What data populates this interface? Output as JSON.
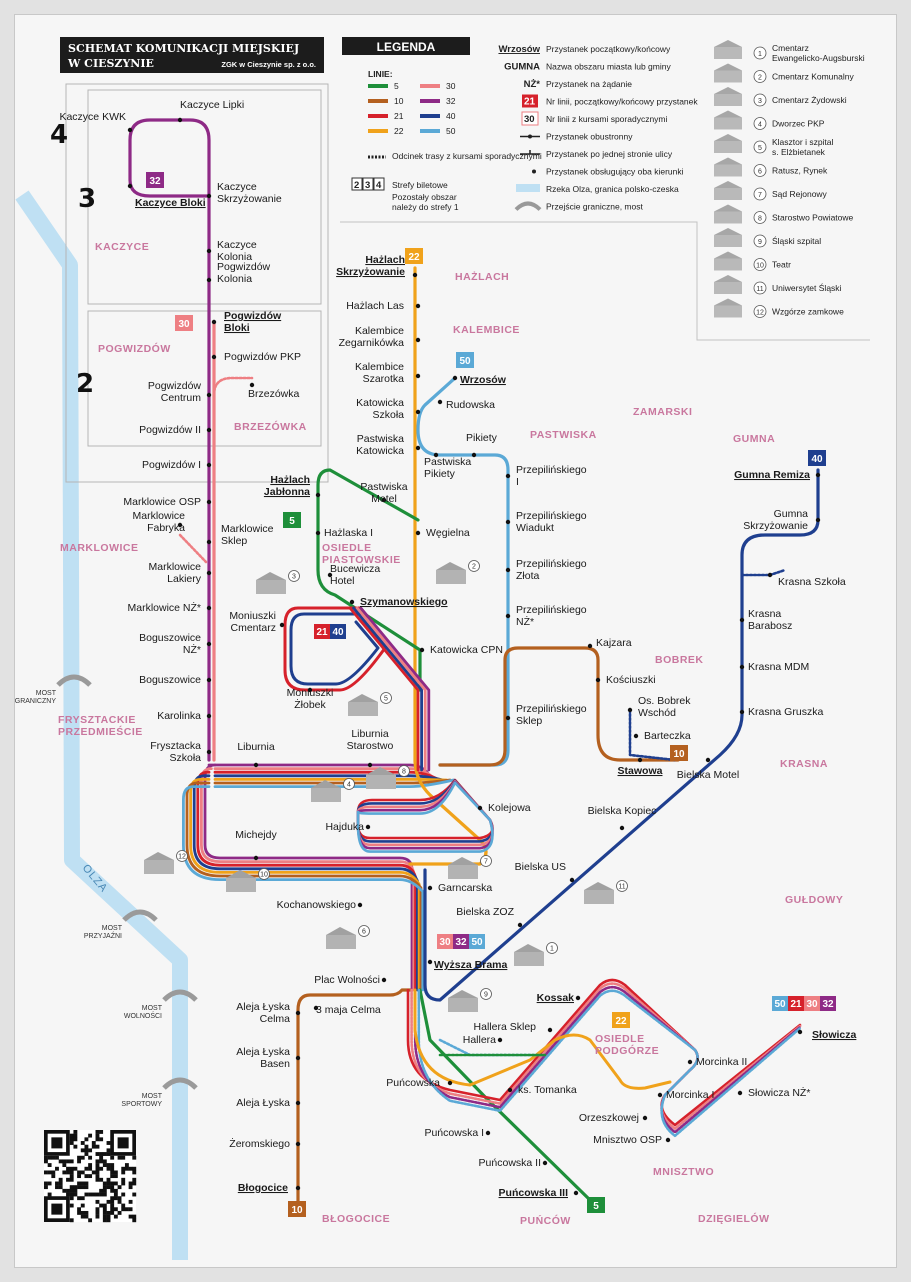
{
  "header": {
    "title_line1": "SCHEMAT KOMUNIKACJI MIEJSKIEJ",
    "title_line2": "W CIESZYNIE",
    "publisher": "ZGK w Cieszynie sp. z o.o."
  },
  "legend": {
    "title": "LEGENDA",
    "lines_label": "LINIE:",
    "lines": [
      {
        "name": "5",
        "color": "#1e8f3a"
      },
      {
        "name": "10",
        "color": "#b4601f"
      },
      {
        "name": "21",
        "color": "#d6212b"
      },
      {
        "name": "22",
        "color": "#f0a21b"
      },
      {
        "name": "30",
        "color": "#ee7f83"
      },
      {
        "name": "32",
        "color": "#8e2a86"
      },
      {
        "name": "40",
        "color": "#1f3f8f"
      },
      {
        "name": "50",
        "color": "#5ba9d6"
      }
    ],
    "sporadic": "Odcinek trasy z kursami sporadycznymi",
    "zones_label": "Strefy biletowe",
    "zones_nums": [
      "2",
      "3",
      "4"
    ],
    "zones_note1": "Pozostały obszar",
    "zones_note2": "należy do strefy 1",
    "items": [
      {
        "key": "Wrzosów",
        "text": "Przystanek początkowy/końcowy"
      },
      {
        "key": "GUMNA",
        "text": "Nazwa obszaru miasta lub gminy"
      },
      {
        "key": "NŻ*",
        "text": "Przystanek na żądanie"
      },
      {
        "key": "21",
        "text": "Nr linii, początkowy/końcowy przystanek"
      },
      {
        "key": "30",
        "text": "Nr linii z kursami sporadycznymi"
      },
      {
        "key": "",
        "text": "Przystanek obustronny"
      },
      {
        "key": "",
        "text": "Przystanek po jednej stronie ulicy"
      },
      {
        "key": "",
        "text": "Przystanek obsługujący oba kierunki"
      },
      {
        "key": "",
        "text": "Rzeka Olza, granica polsko-czeska"
      },
      {
        "key": "",
        "text": "Przejście graniczne, most"
      }
    ],
    "places": [
      {
        "n": "1",
        "name": "Cmentarz Ewangelicko-Augsburski"
      },
      {
        "n": "2",
        "name": "Cmentarz Komunalny"
      },
      {
        "n": "3",
        "name": "Cmentarz Żydowski"
      },
      {
        "n": "4",
        "name": "Dworzec PKP"
      },
      {
        "n": "5",
        "name": "Klasztor i szpital s. Elżbietanek"
      },
      {
        "n": "6",
        "name": "Ratusz, Rynek"
      },
      {
        "n": "7",
        "name": "Sąd Rejonowy"
      },
      {
        "n": "8",
        "name": "Starostwo Powiatowe"
      },
      {
        "n": "9",
        "name": "Śląski szpital"
      },
      {
        "n": "10",
        "name": "Teatr"
      },
      {
        "n": "11",
        "name": "Uniwersytet Śląski"
      },
      {
        "n": "12",
        "name": "Wzgórze zamkowe"
      }
    ]
  },
  "zones": [
    "4",
    "3",
    "2"
  ],
  "areas": [
    "KACZYCE",
    "POGWIZDÓW",
    "BRZEZÓWKA",
    "MARKLOWICE",
    "FRYSZTACKIE PRZEDMIEŚCIE",
    "HAŻLACH",
    "KALEMBICE",
    "ZAMARSKI",
    "PASTWISKA",
    "GUMNA",
    "OSIEDLE PIASTOWSKIE",
    "BOBREK",
    "KRASNA",
    "GUŁDOWY",
    "OSIEDLE PODGÓRZE",
    "MNISZTWO",
    "DZIĘGIELÓW",
    "BŁOGOCICE",
    "PUŃCÓW"
  ],
  "stops": [
    "Kaczyce Lipki",
    "Kaczyce KWK",
    "Kaczyce Bloki",
    "Kaczyce Skrzyżowanie",
    "Kaczyce Kolonia",
    "Pogwizdów Kolonia",
    "Pogwizdów Bloki",
    "Pogwizdów PKP",
    "Pogwizdów Centrum",
    "Brzezówka",
    "Pogwizdów II",
    "Pogwizdów I",
    "Marklowice OSP",
    "Marklowice Fabryka",
    "Marklowice Sklep",
    "Marklowice Lakiery",
    "Marklowice NŻ*",
    "Boguszowice NŻ*",
    "Boguszowice",
    "Karolinka",
    "Frysztacka Szkoła",
    "Hażlach Skrzyżowanie",
    "Hażlach Las",
    "Kalembice Zegarnikówka",
    "Kalembice Szarotka",
    "Katowicka Szkoła",
    "Pastwiska Katowicka",
    "Pastwiska Pikiety",
    "Pikiety",
    "Wrzosów",
    "Rudowska",
    "Przepilińskiego I",
    "Przepilińskiego Wiadukt",
    "Przepilińskiego Złota",
    "Przepilińskiego NŻ*",
    "Przepilińskiego Sklep",
    "Hażlach Jabłonna",
    "Pastwiska Motel",
    "Hażlaska I",
    "Węgielna",
    "Bucewicza Hotel",
    "Szymanowskiego",
    "Moniuszki Cmentarz",
    "Moniuszki Żłobek",
    "Katowicka CPN",
    "Kajzara",
    "Kościuszki",
    "Os. Bobrek Wschód",
    "Barteczka",
    "Stawowa",
    "Bielska Motel",
    "Gumna Remiza",
    "Gumna Skrzyżowanie",
    "Krasna Szkoła",
    "Krasna Barabosz",
    "Krasna MDM",
    "Krasna Gruszka",
    "Liburnia",
    "Liburnia Starostwo",
    "Kolejowa",
    "Hajduka",
    "Michejdy",
    "Bielska Kopiec",
    "Garncarska",
    "Kochanowskiego",
    "Bielska US",
    "Bielska ZOZ",
    "Wyższa Brama",
    "Plac Wolności",
    "3 maja Celma",
    "Aleja Łyska Celma",
    "Aleja Łyska Basen",
    "Aleja Łyska",
    "Żeromskiego",
    "Błogocice",
    "Kossak",
    "Hallera Sklep",
    "Hallera",
    "Puńcowska",
    "ks. Tomanka",
    "Puńcowska I",
    "Puńcowska II",
    "Puńcowska III",
    "Orzeszkowej",
    "Mnisztwo OSP",
    "Morcinka I",
    "Morcinka II",
    "Słowicza NŻ*",
    "Słowicza"
  ],
  "border": {
    "river": "OLZA",
    "bridges": [
      "MOST GRANICZNY",
      "MOST PRZYJAŹNI",
      "MOST WOLNOŚCI",
      "MOST SPORTOWY"
    ]
  },
  "terminal_badges": [
    {
      "line": "32",
      "color": "#8e2a86"
    },
    {
      "line": "30",
      "color": "#ee7f83"
    },
    {
      "line": "22",
      "color": "#f0a21b"
    },
    {
      "line": "50",
      "color": "#5ba9d6"
    },
    {
      "line": "5",
      "color": "#1e8f3a"
    },
    {
      "line": "40",
      "color": "#1f3f8f"
    },
    {
      "line": "21",
      "color": "#d6212b"
    },
    {
      "line": "10",
      "color": "#b4601f"
    }
  ]
}
